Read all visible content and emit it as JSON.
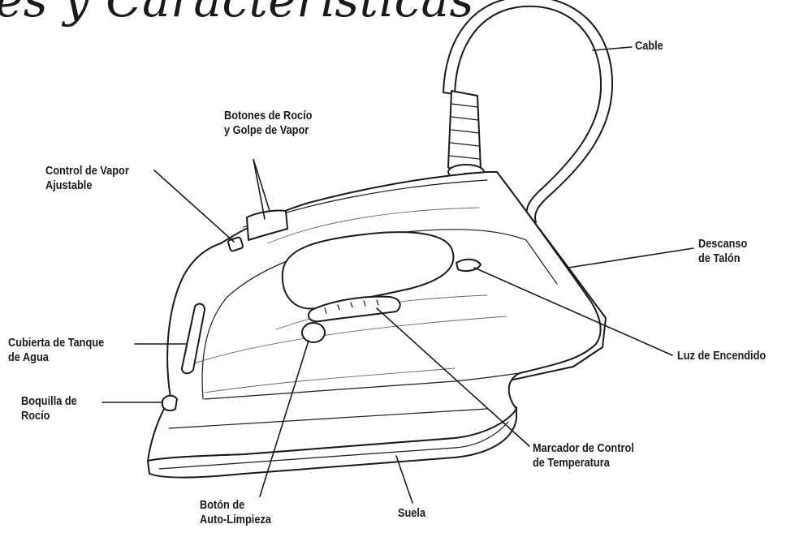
{
  "title": "es y Características",
  "labels": {
    "cable": "Cable",
    "spray_buttons": [
      "Botones de Rocío",
      "y Golpe de Vapor"
    ],
    "steam_control": [
      "Control de Vapor",
      "Ajustable"
    ],
    "heel_rest": [
      "Descanso",
      "de Talón"
    ],
    "water_tank_cover": [
      "Cubierta de Tanque",
      "de Agua"
    ],
    "power_light": "Luz de Encendido",
    "spray_nozzle": [
      "Boquilla de",
      "Rocío"
    ],
    "temp_dial": [
      "Marcador de Control",
      "de Temperatura"
    ],
    "self_clean": [
      "Botón de",
      "Auto-Limpieza"
    ],
    "soleplate": "Suela"
  }
}
